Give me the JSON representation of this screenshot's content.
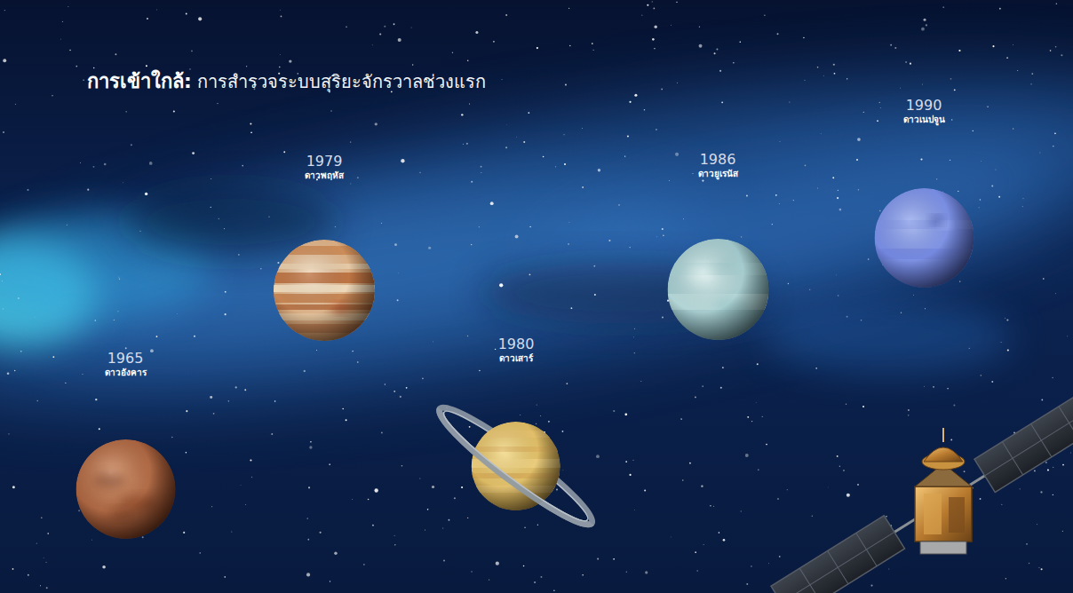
{
  "diagram": {
    "title": "การเข้าใกล้:",
    "nodes": [
      {
        "text": [
          "1965",
          "ดาวอังคาร"
        ]
      },
      {
        "text": [
          "1979",
          "ดาวพฤหัส"
        ]
      },
      {
        "text": [
          "1980",
          "ดาวเสาร์"
        ]
      },
      {
        "text": [
          "1986",
          "ดาวยูเรนัส"
        ]
      },
      {
        "text": [
          "1990",
          "ดาวเนปจูน"
        ]
      }
    ],
    "labels": [
      "การสำรวจระบบสุริยะจักรวาลช่วงแรก"
    ]
  }
}
